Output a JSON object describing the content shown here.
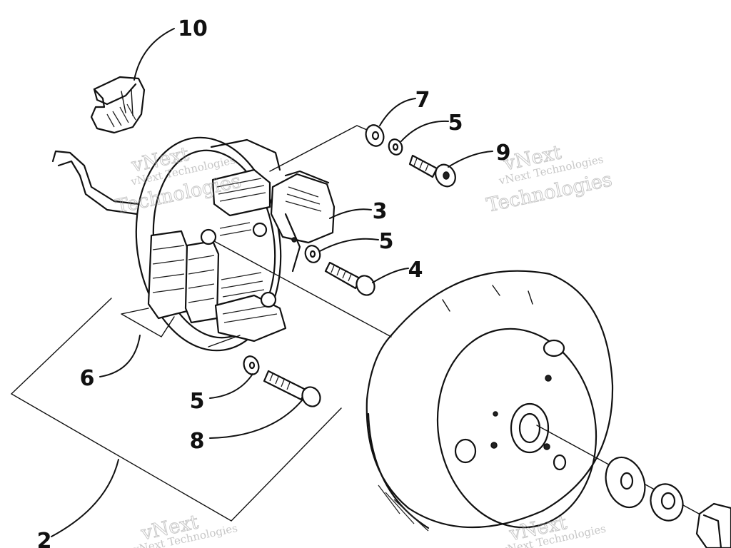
{
  "callouts": {
    "c10": "10",
    "c7": "7",
    "c5a": "5",
    "c9": "9",
    "c3": "3",
    "c5b": "5",
    "c4": "4",
    "c6": "6",
    "c5c": "5",
    "c8": "8",
    "c2": "2"
  },
  "watermark": {
    "brand_top": "vNext",
    "brand_full": "vNext Technologies",
    "brand_bottom": "Technologies"
  }
}
